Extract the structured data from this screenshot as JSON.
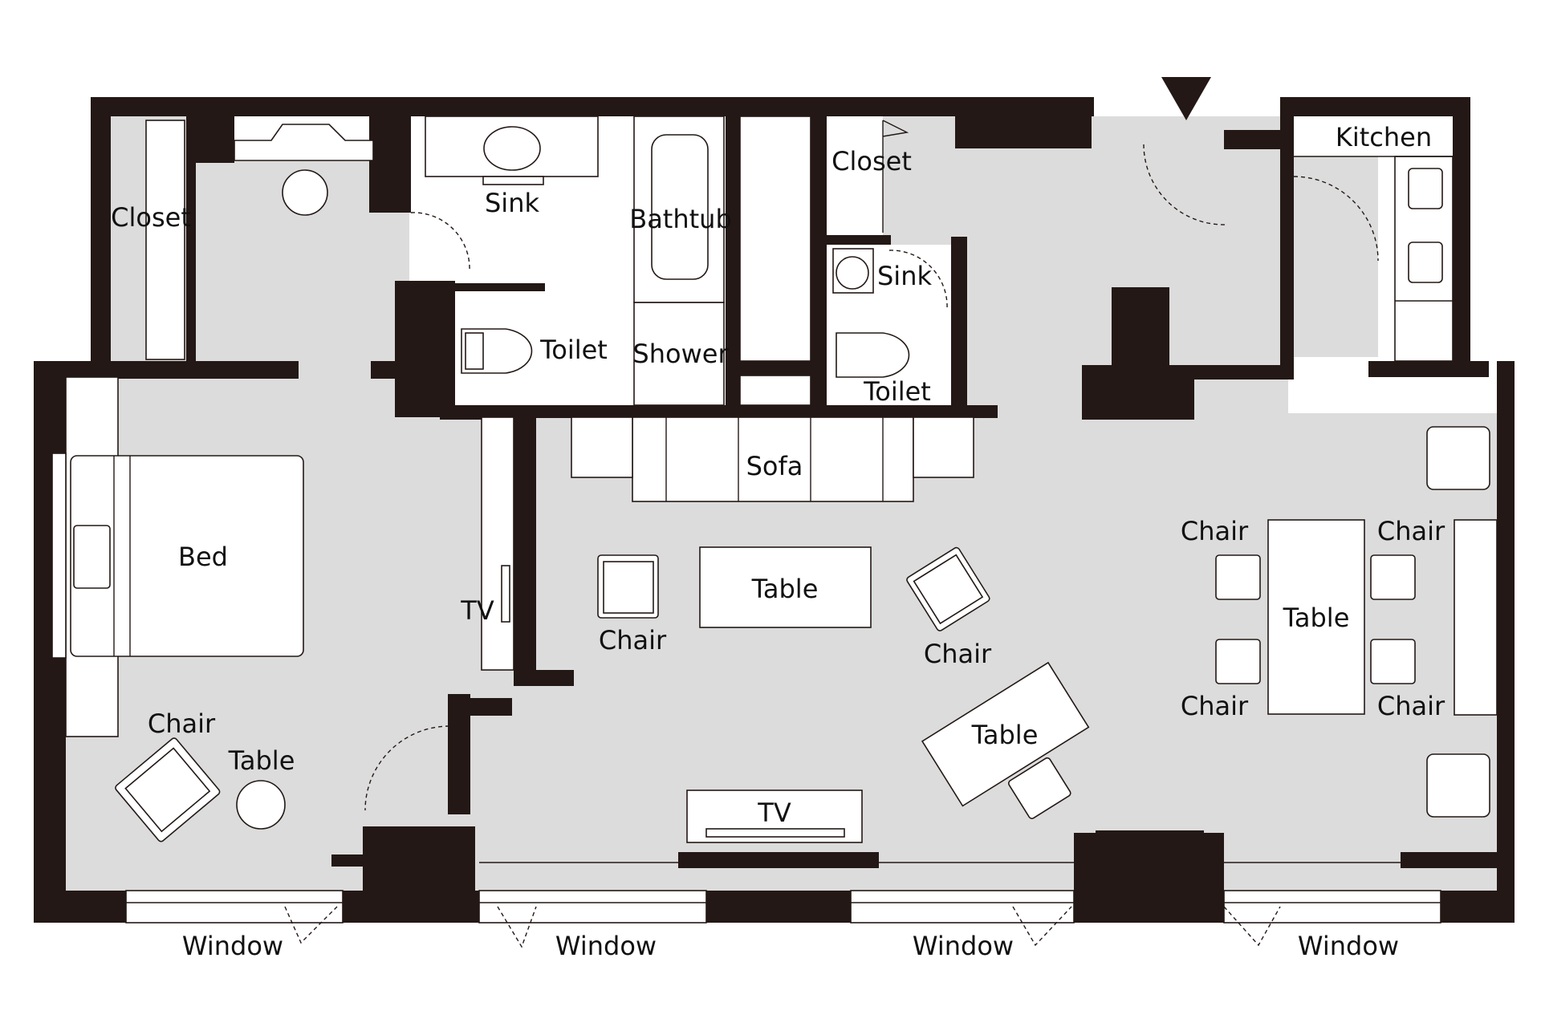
{
  "labels": {
    "closet_bedroom": "Closet",
    "sink_main": "Sink",
    "bathtub": "Bathtub",
    "toilet_main": "Toilet",
    "shower": "Shower",
    "closet_entry": "Closet",
    "sink_guest": "Sink",
    "toilet_guest": "Toilet",
    "kitchen": "Kitchen",
    "sofa": "Sofa",
    "bed": "Bed",
    "tv_bedroom": "TV",
    "chair_bedroom": "Chair",
    "table_bedroom": "Table",
    "table_coffee": "Table",
    "chair_left": "Chair",
    "chair_right": "Chair",
    "table_desk": "Table",
    "tv_living": "TV",
    "table_dining": "Table",
    "chair_dining_tl": "Chair",
    "chair_dining_tr": "Chair",
    "chair_dining_bl": "Chair",
    "chair_dining_br": "Chair",
    "window_1": "Window",
    "window_2": "Window",
    "window_3": "Window",
    "window_4": "Window"
  },
  "colors": {
    "wall": "#231815",
    "floor": "#dcdcdc",
    "fixture": "#ffffff"
  },
  "icons": {
    "entrance": "entrance-arrow-icon"
  }
}
